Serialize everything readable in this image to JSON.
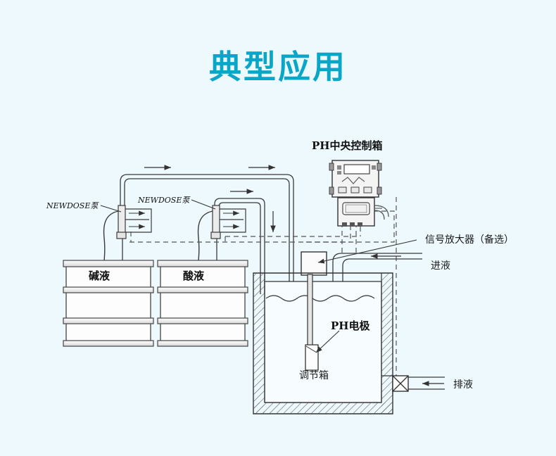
{
  "page": {
    "title": "典型应用",
    "title_color": "#0aa6c8",
    "background_color": "#eef9fd",
    "line_color": "#333333"
  },
  "labels": {
    "control_box": "PH中央控制箱",
    "pump_left": "NEWDOSE泵",
    "pump_right": "NEWDOSE泵",
    "drum_alkali": "碱液",
    "drum_acid": "酸液",
    "signal_amplifier": "信号放大器（备选）",
    "inlet": "进液",
    "outlet": "排液",
    "ph_electrode": "PH电极",
    "adjust_tank": "调节箱"
  },
  "icons": {
    "flow_arrow": "flow-arrow-icon",
    "valve": "valve-icon",
    "electrode": "ph-electrode-icon",
    "controller_display": "controller-display-icon",
    "leader": "leader-line-icon"
  },
  "diagram": {
    "type": "process-flow-schematic",
    "components": [
      "PH中央控制箱",
      "NEWDOSE泵",
      "碱液",
      "酸液",
      "信号放大器（备选）",
      "PH电极",
      "调节箱"
    ],
    "flows": [
      "进液",
      "排液"
    ]
  }
}
